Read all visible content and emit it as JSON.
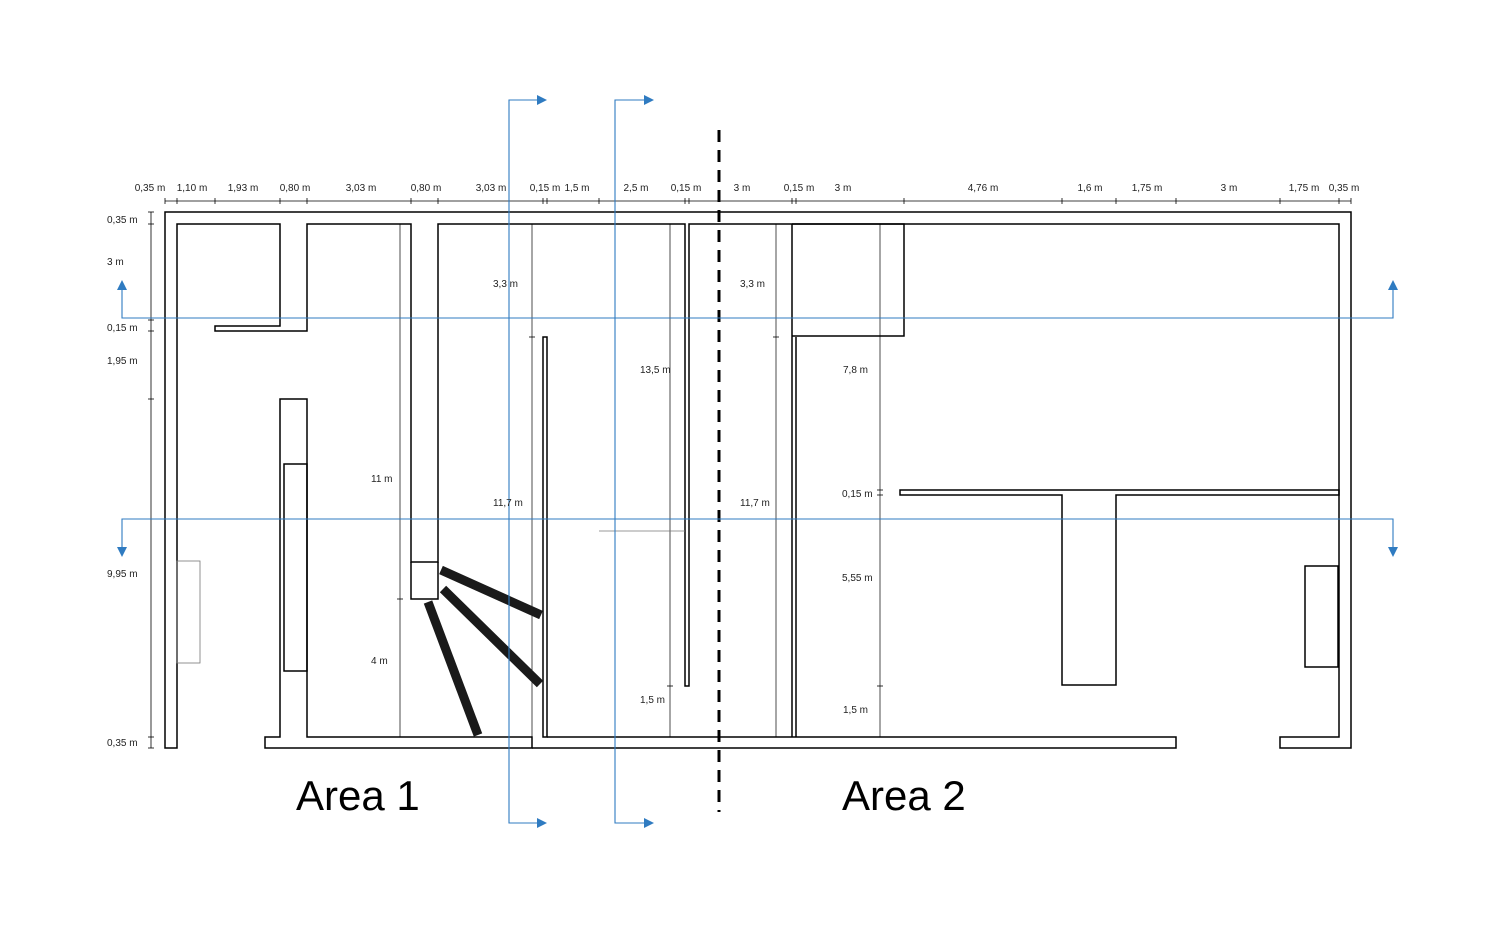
{
  "top_dims": [
    "0,35 m",
    "1,10 m",
    "1,93 m",
    "0,80 m",
    "3,03 m",
    "0,80 m",
    "3,03 m",
    "0,15 m",
    "1,5 m",
    "2,5 m",
    "0,15 m",
    "3 m",
    "0,15 m",
    "3 m",
    "4,76 m",
    "1,6 m",
    "1,75 m",
    "3 m",
    "1,75 m",
    "0,35 m"
  ],
  "left_dims": [
    "0,35 m",
    "3 m",
    "0,15 m",
    "1,95 m",
    "9,95 m",
    "0,35 m"
  ],
  "inner_dims": {
    "d11": "11 m",
    "d4": "4 m",
    "d33a": "3,3 m",
    "d117a": "11,7 m",
    "d135": "13,5 m",
    "d15a": "1,5 m",
    "d33b": "3,3 m",
    "d117b": "11,7 m",
    "d78": "7,8 m",
    "d015": "0,15 m",
    "d555": "5,55 m",
    "d15b": "1,5 m"
  },
  "areas": {
    "area1": "Area 1",
    "area2": "Area 2"
  },
  "colors": {
    "section_line": "#2f7bc1",
    "wall": "#000000",
    "panel": "#1a1a1a"
  }
}
